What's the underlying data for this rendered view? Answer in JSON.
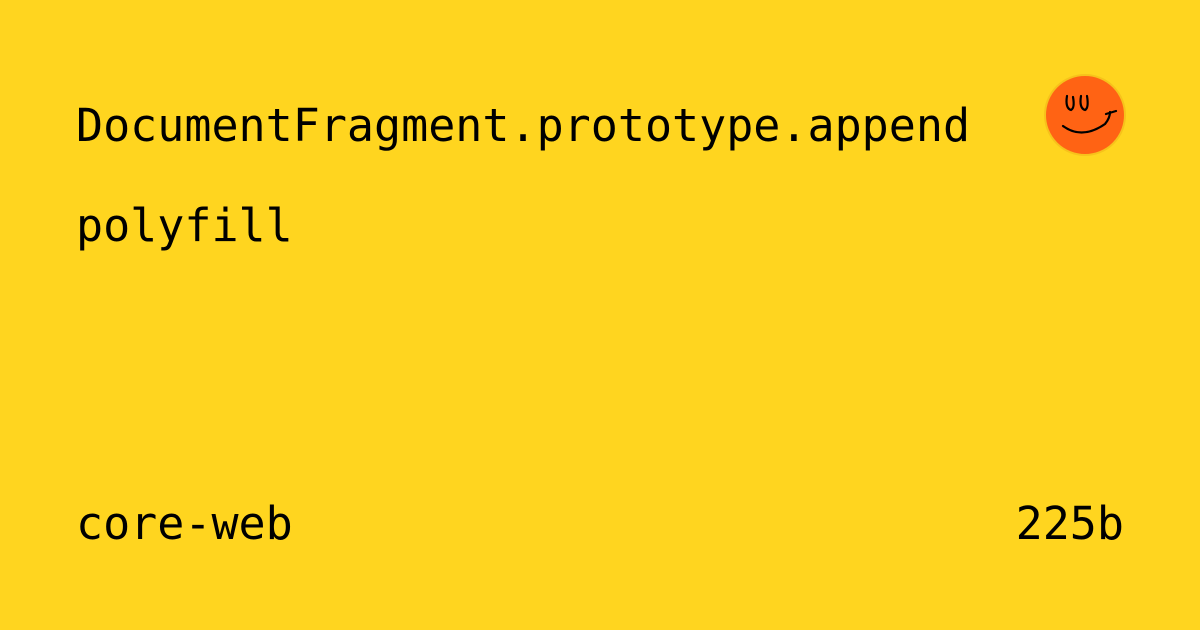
{
  "card": {
    "background_color": "#FFD51F",
    "title_line_1": "DocumentFragment.prototype.append",
    "title_line_2": "polyfill",
    "package_name": "core-web",
    "size": "225b",
    "logo": {
      "icon": "smiley-face-icon",
      "fill_color": "#FF6314",
      "stroke_color": "#000000"
    }
  }
}
